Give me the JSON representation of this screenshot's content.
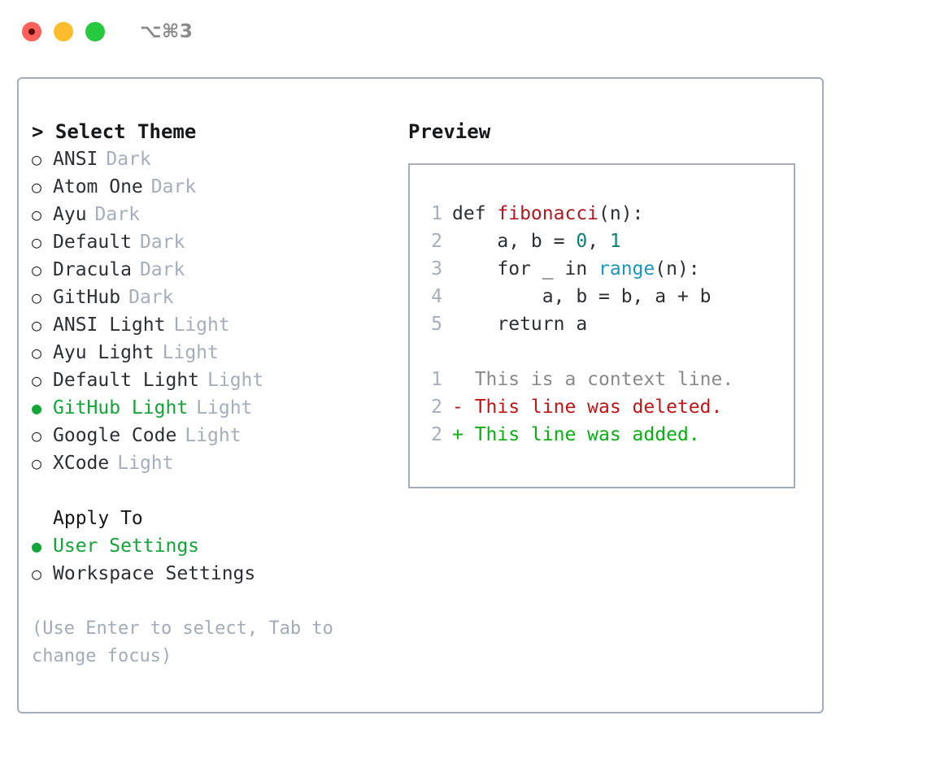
{
  "titlebar": {
    "shortcut": "⌥⌘3",
    "buttons": [
      {
        "name": "close",
        "color": "#FF6059"
      },
      {
        "name": "minimize",
        "color": "#FFBD2E"
      },
      {
        "name": "maximize",
        "color": "#27C93F"
      }
    ]
  },
  "colors": {
    "border": "#A6AEBD",
    "accent_green": "#12A637",
    "muted": "#A6AEBD",
    "hint": "#A3ABBA",
    "text": "#2C2F33",
    "code_function": "#B3181F",
    "code_number": "#0E8174",
    "code_builtin": "#1A96C4",
    "diff_context": "#8A8A8A",
    "diff_deleted": "#C31515",
    "diff_added": "#08B012"
  },
  "theme_section": {
    "header_prefix": "> ",
    "header": "Select Theme",
    "marker_selected": "●",
    "marker_unselected": "○",
    "items": [
      {
        "label": "ANSI",
        "tag": "Dark",
        "selected": false
      },
      {
        "label": "Atom One",
        "tag": "Dark",
        "selected": false
      },
      {
        "label": "Ayu",
        "tag": "Dark",
        "selected": false
      },
      {
        "label": "Default",
        "tag": "Dark",
        "selected": false
      },
      {
        "label": "Dracula",
        "tag": "Dark",
        "selected": false
      },
      {
        "label": "GitHub",
        "tag": "Dark",
        "selected": false
      },
      {
        "label": "ANSI Light",
        "tag": "Light",
        "selected": false
      },
      {
        "label": "Ayu Light",
        "tag": "Light",
        "selected": false
      },
      {
        "label": "Default Light",
        "tag": "Light",
        "selected": false
      },
      {
        "label": "GitHub Light",
        "tag": "Light",
        "selected": true
      },
      {
        "label": "Google Code",
        "tag": "Light",
        "selected": false
      },
      {
        "label": "XCode",
        "tag": "Light",
        "selected": false
      }
    ]
  },
  "apply_section": {
    "title": "Apply To",
    "items": [
      {
        "label": "User Settings",
        "selected": true
      },
      {
        "label": "Workspace Settings",
        "selected": false
      }
    ]
  },
  "hint": "(Use Enter to select, Tab to change focus)",
  "preview": {
    "title": "Preview",
    "code_lines": [
      {
        "no": "1",
        "parts": [
          {
            "t": "def ",
            "c": "plain"
          },
          {
            "t": "fibonacci",
            "c": "fn"
          },
          {
            "t": "(n):",
            "c": "plain"
          }
        ]
      },
      {
        "no": "2",
        "parts": [
          {
            "t": "    a, b = ",
            "c": "plain"
          },
          {
            "t": "0",
            "c": "num"
          },
          {
            "t": ", ",
            "c": "plain"
          },
          {
            "t": "1",
            "c": "num"
          }
        ]
      },
      {
        "no": "3",
        "parts": [
          {
            "t": "    for _ in ",
            "c": "plain"
          },
          {
            "t": "range",
            "c": "bi"
          },
          {
            "t": "(n):",
            "c": "plain"
          }
        ]
      },
      {
        "no": "4",
        "parts": [
          {
            "t": "        a, b = b, a + b",
            "c": "plain"
          }
        ]
      },
      {
        "no": "5",
        "parts": [
          {
            "t": "    return a",
            "c": "plain"
          }
        ]
      }
    ],
    "diff_lines": [
      {
        "no": "1",
        "parts": [
          {
            "t": "  This is a context line.",
            "c": "ctx"
          }
        ]
      },
      {
        "no": "2",
        "parts": [
          {
            "t": "- This line was deleted.",
            "c": "del"
          }
        ]
      },
      {
        "no": "2",
        "parts": [
          {
            "t": "+ This line was added.",
            "c": "add"
          }
        ]
      }
    ]
  }
}
